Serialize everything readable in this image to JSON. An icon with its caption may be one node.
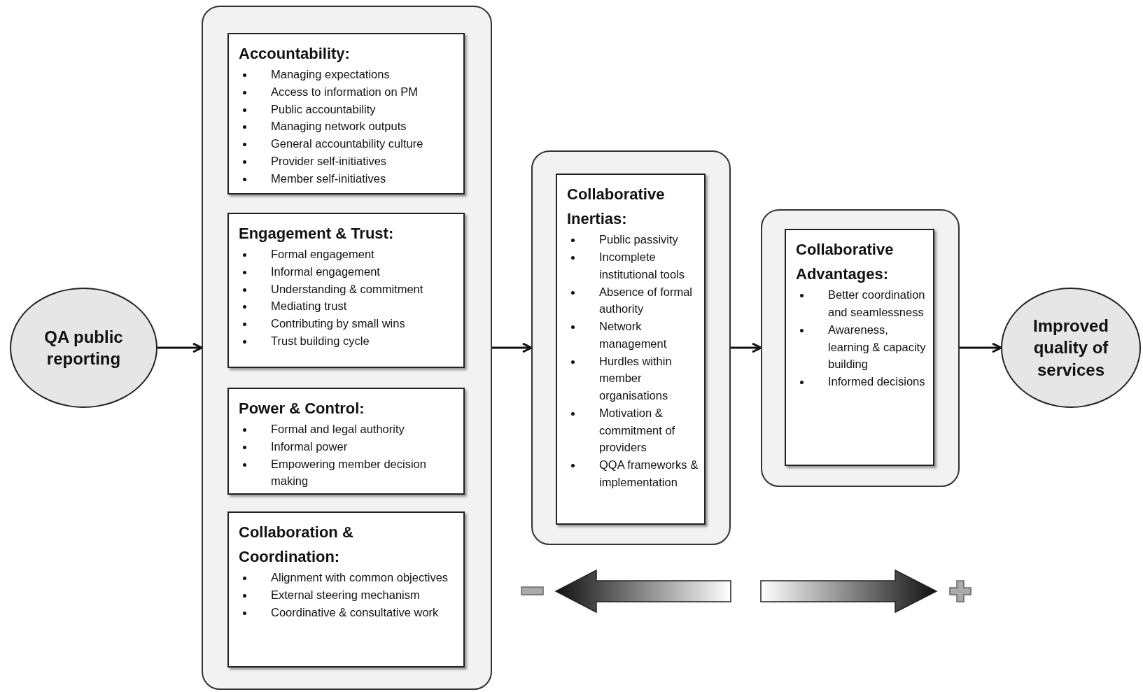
{
  "diagram": {
    "nodes": [
      {
        "text": [
          "QA public reporting"
        ]
      },
      {
        "text": [],
        "shape": "box"
      },
      {
        "text": [
          "Accountability:",
          "Managing expectations",
          "Access to information on PM",
          "Public accountability",
          "Managing network outputs",
          "General accountability culture",
          "Provider self-initiatives",
          "Member self-initiatives"
        ],
        "in": 1
      },
      {
        "text": [
          "Engagement & Trust:",
          "Formal engagement",
          "Informal engagement",
          "Understanding & commitment",
          "Mediating trust",
          "Contributing by small wins",
          "Trust building cycle"
        ],
        "in": 1
      },
      {
        "text": [
          "Power & Control:",
          "Formal and legal authority",
          "Informal power",
          "Empowering member decision making"
        ],
        "in": 1
      },
      {
        "text": [
          "Collaboration & Coordination:",
          "Alignment with common objectives",
          "External steering mechanism",
          "Coordinative & consultative work"
        ],
        "in": 1
      },
      {
        "text": [],
        "shape": "box"
      },
      {
        "text": [
          "Collaborative Inertias:",
          "Public passivity",
          "Incomplete institutional tools",
          "Absence of formal authority",
          "Network management",
          "Hurdles within member organisations",
          "Motivation & commitment of providers",
          "QQA frameworks & implementation"
        ],
        "in": 6
      },
      {
        "text": [],
        "shape": "box"
      },
      {
        "text": [
          "Collaborative Advantages:",
          "Better coordination and seamlessness",
          "Awareness, learning & capacity building",
          "Informed decisions"
        ],
        "in": 8
      },
      {
        "text": [
          "Improved quality of services"
        ]
      }
    ],
    "edges": [
      {
        "from": 0,
        "to": 1,
        "arrow": "to"
      },
      {
        "from": 1,
        "to": 6,
        "arrow": "to"
      },
      {
        "from": 6,
        "to": 8,
        "arrow": "to"
      },
      {
        "from": 8,
        "to": 10,
        "arrow": "to"
      }
    ]
  }
}
